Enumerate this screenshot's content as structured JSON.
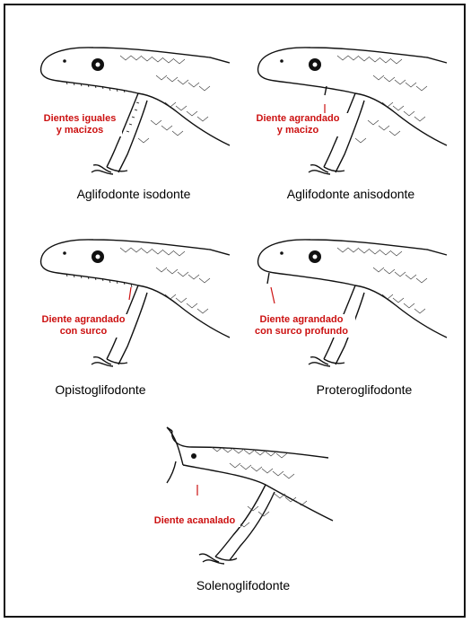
{
  "colors": {
    "label": "#cc1111",
    "ink": "#111111",
    "background": "#ffffff"
  },
  "panels": [
    {
      "type": "Aglifodonte isodonte",
      "tooth_label": "Dientes iguales\ny macizos"
    },
    {
      "type": "Aglifodonte anisodonte",
      "tooth_label": "Diente agrandado\ny macizo"
    },
    {
      "type": "Opistoglifodonte",
      "tooth_label": "Diente agrandado\ncon surco"
    },
    {
      "type": "Proteroglifodonte",
      "tooth_label": "Diente agrandado\ncon surco profundo"
    },
    {
      "type": "Solenoglifodonte",
      "tooth_label": "Diente acanalado"
    }
  ]
}
